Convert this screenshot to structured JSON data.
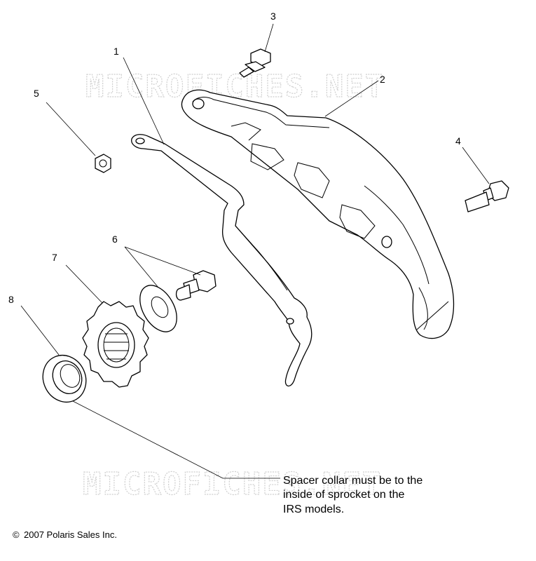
{
  "watermarks": [
    "MICROFICHES.NET",
    "MICROFICHES.NET"
  ],
  "callouts": [
    {
      "id": "c1",
      "number": "1"
    },
    {
      "id": "c2",
      "number": "2"
    },
    {
      "id": "c3",
      "number": "3"
    },
    {
      "id": "c4",
      "number": "4"
    },
    {
      "id": "c5",
      "number": "5"
    },
    {
      "id": "c6",
      "number": "6"
    },
    {
      "id": "c7",
      "number": "7"
    },
    {
      "id": "c8",
      "number": "8"
    }
  ],
  "note": {
    "line1": "Spacer collar must be to the",
    "line2": "inside of sprocket on the",
    "line3": "IRS models."
  },
  "copyright": {
    "symbol": "©",
    "text": "2007 Polaris Sales Inc."
  }
}
